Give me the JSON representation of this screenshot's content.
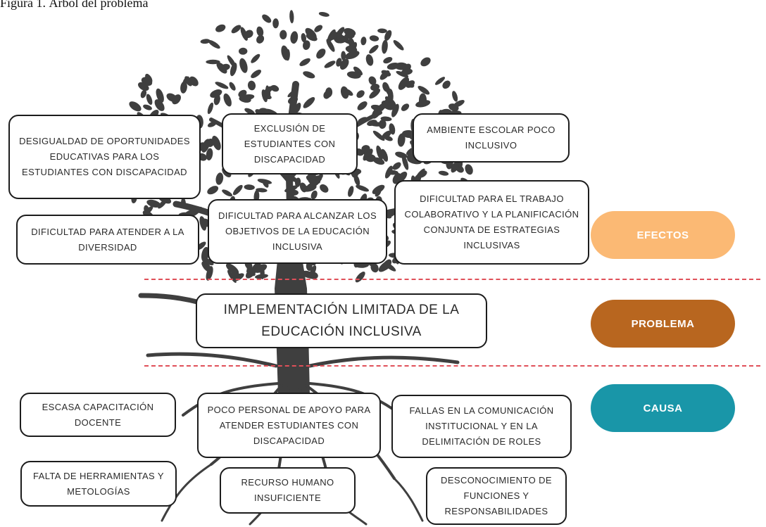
{
  "caption": "Figura 1. Árbol del problema",
  "effects": [
    "DESIGUALDAD DE OPORTUNIDADES EDUCATIVAS PARA LOS ESTUDIANTES CON DISCAPACIDAD",
    "EXCLUSIÓN DE ESTUDIANTES CON DISCAPACIDAD",
    "AMBIENTE ESCOLAR POCO INCLUSIVO",
    "DIFICULTAD PARA ATENDER A LA DIVERSIDAD",
    "DIFICULTAD PARA ALCANZAR LOS OBJETIVOS DE LA EDUCACIÓN INCLUSIVA",
    "DIFICULTAD PARA EL TRABAJO COLABORATIVO Y LA PLANIFICACIÓN CONJUNTA DE ESTRATEGIAS INCLUSIVAS"
  ],
  "problem": "IMPLEMENTACIÓN LIMITADA DE LA EDUCACIÓN INCLUSIVA",
  "causes": [
    "ESCASA CAPACITACIÓN DOCENTE",
    "POCO PERSONAL DE APOYO PARA ATENDER ESTUDIANTES CON DISCAPACIDAD",
    "FALLAS EN LA COMUNICACIÓN INSTITUCIONAL Y EN LA DELIMITACIÓN DE ROLES",
    "FALTA DE HERRAMIENTAS Y METOLOGÍAS",
    "RECURSO HUMANO INSUFICIENTE",
    "DESCONOCIMIENTO DE FUNCIONES Y RESPONSABILIDADES"
  ],
  "labels": {
    "effects": "EFECTOS",
    "problem": "PROBLEMA",
    "cause": "CAUSA"
  },
  "colors": {
    "effects": "#fbb974",
    "problem": "#b8661f",
    "cause": "#1996a8",
    "divider": "#e05059",
    "tree": "#3f3f3f"
  }
}
